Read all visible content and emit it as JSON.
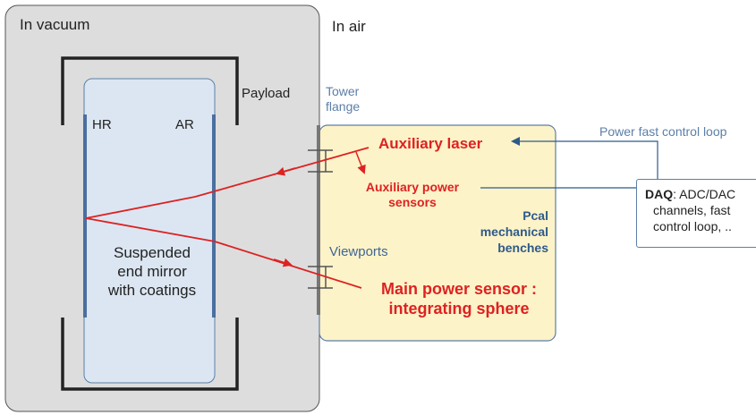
{
  "zones": {
    "vacuum_label": "In vacuum",
    "air_label": "In air"
  },
  "payload_label": "Payload",
  "mirror": {
    "hr_label": "HR",
    "ar_label": "AR",
    "caption_lines": [
      "Suspended",
      "end mirror",
      "with coatings"
    ]
  },
  "tower_flange_lines": [
    "Tower",
    "flange"
  ],
  "viewports_label": "Viewports",
  "bench_label_lines": [
    "Pcal",
    "mechanical",
    "benches"
  ],
  "aux_laser_label": "Auxiliary laser",
  "aux_sensor_lines": [
    "Auxiliary power",
    "sensors"
  ],
  "main_sensor_lines": [
    "Main power sensor :",
    "integrating sphere"
  ],
  "power_loop_label": "Power fast control loop",
  "daq": {
    "title": "DAQ",
    "rest_first_line": ": ADC/DAC",
    "line2": "channels, fast",
    "line3": "control loop, .."
  },
  "colors": {
    "vacuum_fill": "#dddddd",
    "mirror_fill": "#dce6f2",
    "bench_fill": "#fdf3c8",
    "laser_red": "#dd2222",
    "signal_blue": "#2e5a8a"
  }
}
